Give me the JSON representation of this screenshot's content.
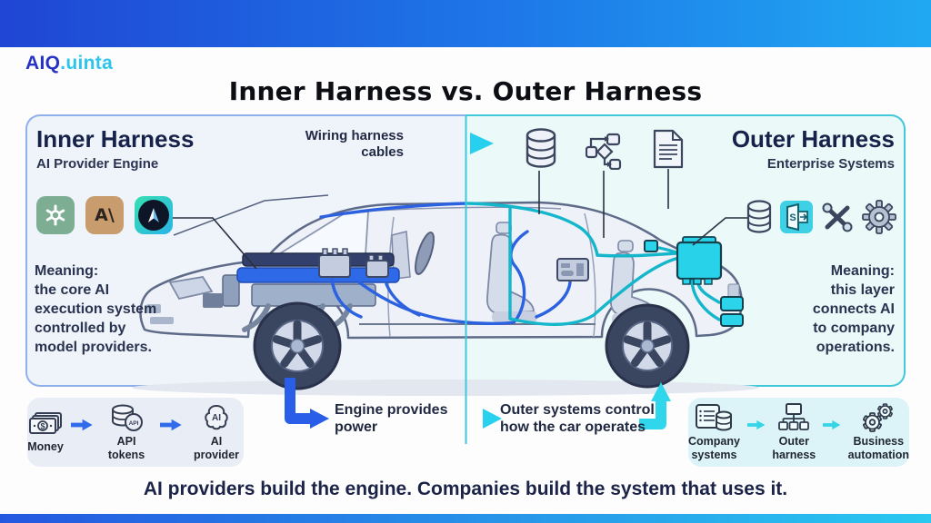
{
  "brand": {
    "primary": "AIQ",
    "secondary": ".uinta"
  },
  "header": {
    "title": "Inner Harness vs. Outer Harness"
  },
  "inner_panel": {
    "heading": "Inner Harness",
    "subheading": "AI Provider Engine",
    "meaning": "Meaning:\nthe core AI\nexecution system\ncontrolled by\nmodel providers.",
    "anthropic_label": "A\\",
    "icons": [
      "openai-icon",
      "anthropic-icon",
      "ai-arrow-icon"
    ]
  },
  "outer_panel": {
    "heading": "Outer Harness",
    "subheading": "Enterprise Systems",
    "meaning": "Meaning:\nthis layer\nconnects AI\nto company\noperations.",
    "sharepoint_letter": "S",
    "icons": [
      "database-icon",
      "sharepoint-icon",
      "tools-icon",
      "gear-icon"
    ]
  },
  "top_center_icons": [
    "database-icon",
    "flowchart-icon",
    "document-icon"
  ],
  "annotations": {
    "wiring": "Wiring harness\ncables",
    "engine_power": "Engine provides\npower",
    "outer_control": "Outer systems control\nhow the car operates"
  },
  "flow_left": {
    "items": [
      {
        "icon": "money-icon",
        "label": "Money"
      },
      {
        "icon": "api-tokens-icon",
        "label": "API tokens",
        "badge": "API"
      },
      {
        "icon": "ai-provider-icon",
        "label": "AI provider",
        "badge": "AI"
      }
    ]
  },
  "flow_right": {
    "items": [
      {
        "icon": "company-systems-icon",
        "label": "Company\nsystems"
      },
      {
        "icon": "outer-harness-icon",
        "label": "Outer\nharness"
      },
      {
        "icon": "business-automation-icon",
        "label": "Business\nautomation"
      }
    ]
  },
  "tagline": "AI providers build the engine. Companies build the system that uses it.",
  "colors": {
    "accent_blue": "#2b5ee8",
    "accent_cyan": "#28d2ef",
    "brand_blue": "#2633c4",
    "brand_cyan": "#2ec5ea",
    "panel_left_border": "#8fb0ea",
    "panel_right_border": "#41c8d9",
    "text_dark": "#1b2347"
  }
}
